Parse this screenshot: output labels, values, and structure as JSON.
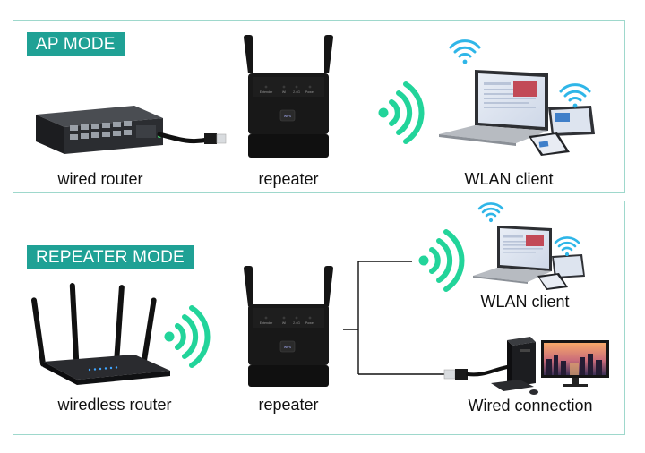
{
  "ap_mode": {
    "label": "AP MODE",
    "captions": {
      "router": "wired router",
      "repeater": "repeater",
      "client": "WLAN client"
    }
  },
  "repeater_mode": {
    "label": "REPEATER MODE",
    "captions": {
      "router": "wiredless router",
      "repeater": "repeater",
      "client": "WLAN client",
      "wired": "Wired connection"
    }
  },
  "device_panel": {
    "indicators": [
      "Extender",
      "Wi",
      "2.4G",
      "Power"
    ],
    "wps_label": "WPS"
  },
  "colors": {
    "accent": "#1fa195",
    "wifi_signal": "#22d49a",
    "wifi_icon_client": "#2fb6e8",
    "border": "#9ed8cc",
    "device_black": "#151515"
  }
}
